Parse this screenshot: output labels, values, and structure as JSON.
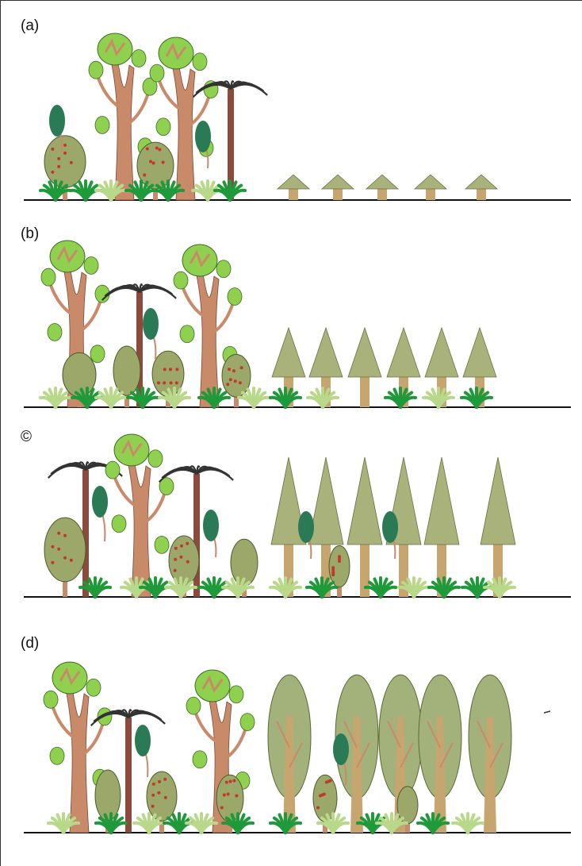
{
  "panels": [
    {
      "label": "(a)"
    },
    {
      "label": "(b)"
    },
    {
      "label": "©"
    },
    {
      "label": "(d)"
    }
  ],
  "colors": {
    "ground": "#111111",
    "trunk_brown": "#c98a6a",
    "trunk_dark": "#8b4a3c",
    "leaf_bright": "#8fd14f",
    "leaf_dark": "#2a7a55",
    "plantation_crown": "#a8b27a",
    "plantation_trunk": "#c7a56e",
    "fern_green": "#1f9a3a",
    "fern_light": "#b9d98a",
    "palm_fronds": "#333333",
    "fruit_red": "#c0392b"
  }
}
